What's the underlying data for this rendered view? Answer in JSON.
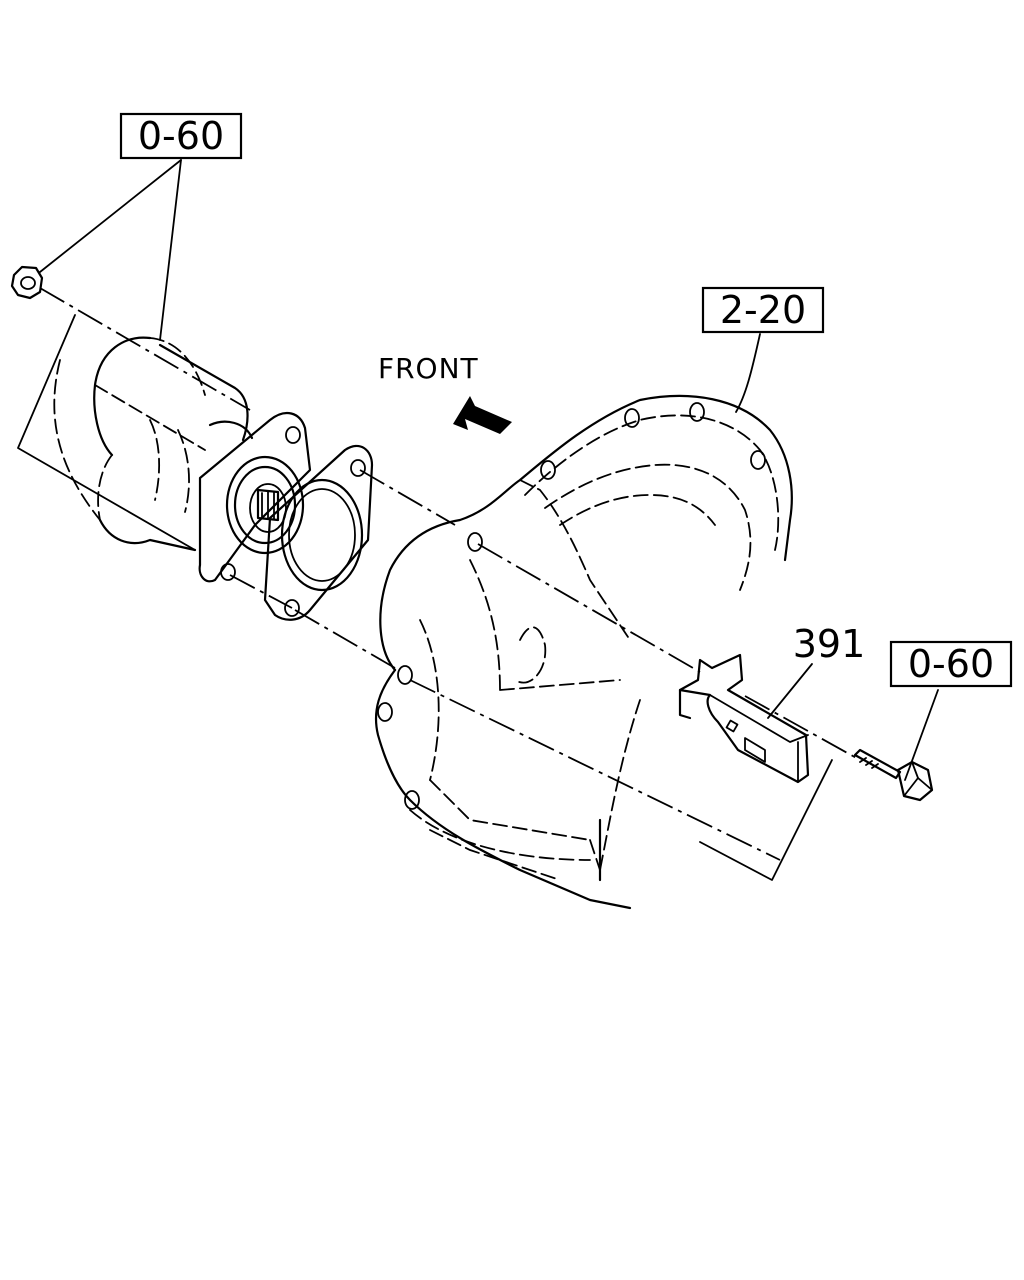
{
  "diagram": {
    "callouts": {
      "ref_top_left": "0-60",
      "ref_housing": "2-20",
      "part_bracket": "391",
      "ref_right": "0-60"
    },
    "direction_label": "FRONT"
  }
}
